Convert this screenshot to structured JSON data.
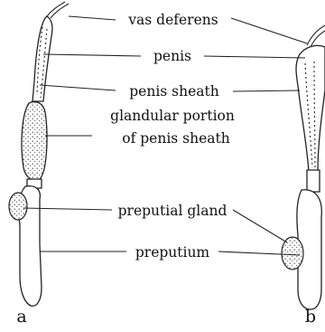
{
  "labels": {
    "vas_deferens": "vas deferens",
    "penis": "penis",
    "penis_sheath": "penis sheath",
    "glandular_line1": "glandular portion",
    "glandular_line2": "of penis sheath",
    "preputial_gland": "preputial gland",
    "preputium": "preputium"
  },
  "panels": {
    "left": "a",
    "right": "b"
  }
}
